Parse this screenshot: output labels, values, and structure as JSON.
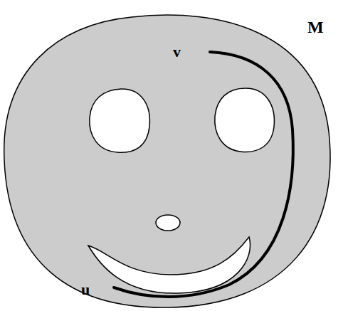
{
  "diagram": {
    "labels": [
      "M",
      "v",
      "u"
    ]
  }
}
